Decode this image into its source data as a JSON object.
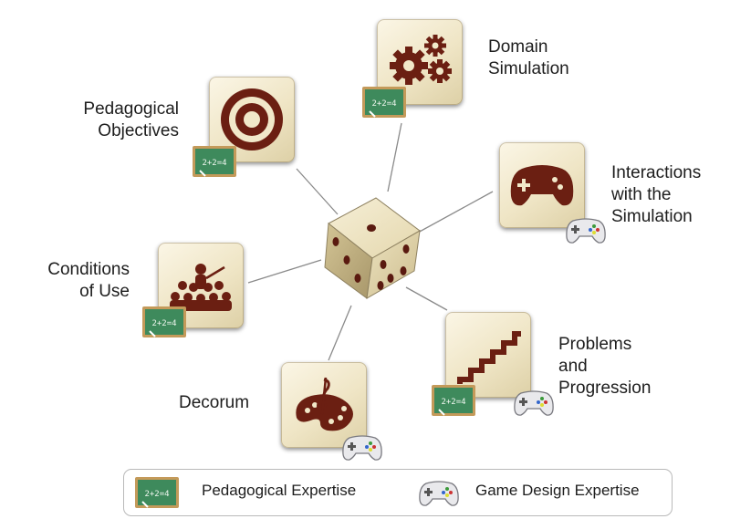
{
  "nodes": {
    "domain_simulation": {
      "line1": "Domain",
      "line2": "Simulation"
    },
    "pedagogical_objectives": {
      "line1": "Pedagogical",
      "line2": "Objectives"
    },
    "interactions": {
      "line1": "Interactions",
      "line2": "with the",
      "line3": "Simulation"
    },
    "conditions_of_use": {
      "line1": "Conditions",
      "line2": "of Use"
    },
    "problems_progression": {
      "line1": "Problems",
      "line2": "and",
      "line3": "Progression"
    },
    "decorum": {
      "line1": "Decorum"
    }
  },
  "chalkboard_text": "2+2=4",
  "legend": {
    "pedagogical": "Pedagogical Expertise",
    "game_design": "Game Design Expertise"
  },
  "colors": {
    "icon": "#6b1f12",
    "tile": "#f1e8c9",
    "chalkboard": "#3e8a5c",
    "frame": "#c49a5a"
  }
}
